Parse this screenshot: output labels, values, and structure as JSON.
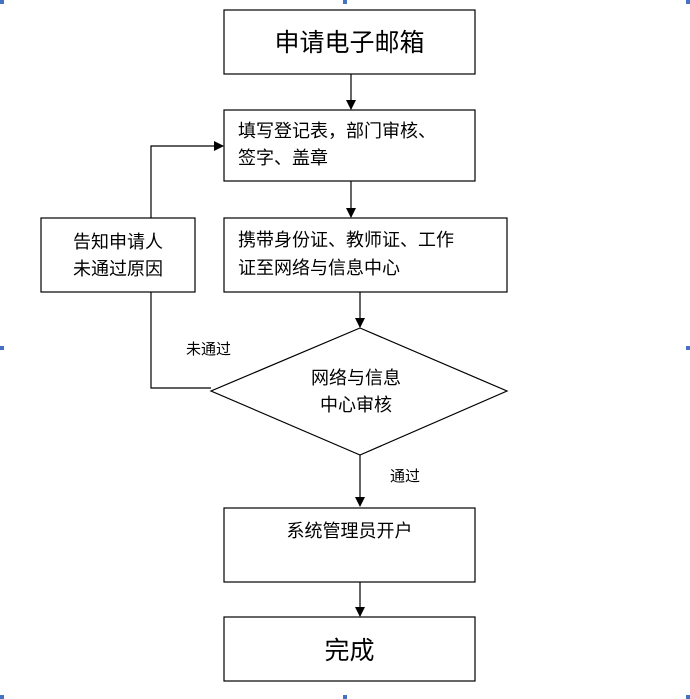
{
  "flowchart": {
    "apply": {
      "label": "申请电子邮箱"
    },
    "fill_form": {
      "line1": "填写登记表，部门审核、",
      "line2": "签字、盖章"
    },
    "bring_docs": {
      "line1": "携带身份证、教师证、工作",
      "line2": "证至网络与信息中心"
    },
    "notify": {
      "line1": "告知申请人",
      "line2": "未通过原因"
    },
    "review": {
      "line1": "网络与信息",
      "line2": "中心审核"
    },
    "open_account": {
      "label": "系统管理员开户"
    },
    "done": {
      "label": "完成"
    },
    "edge_fail": {
      "label": "未通过"
    },
    "edge_pass": {
      "label": "通过"
    }
  },
  "colors": {
    "stroke": "#000000",
    "background": "#ffffff",
    "frame_marker": "#4472c4"
  }
}
